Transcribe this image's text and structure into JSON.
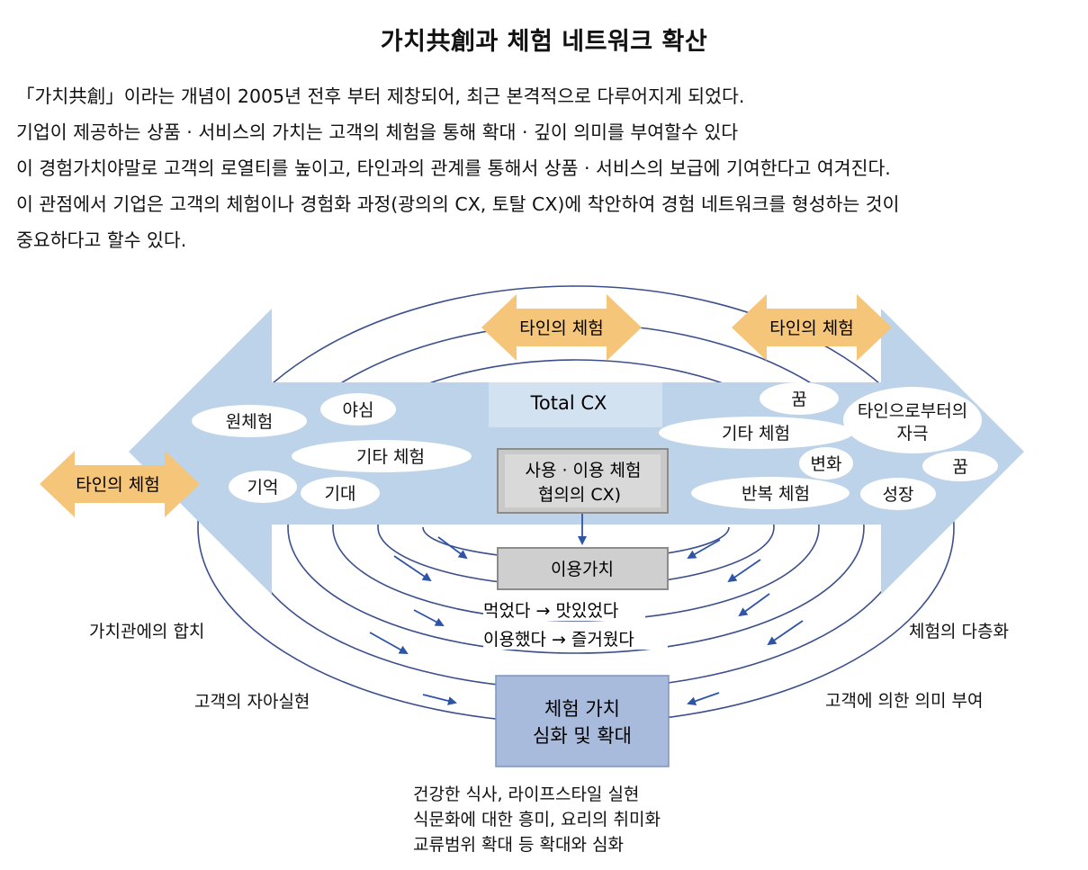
{
  "title": "가치共創과 체험 네트워크 확산",
  "intro": [
    "「가치共創」이라는 개념이 2005년 전후 부터 제창되어, 최근 본격적으로 다루어지게 되었다.",
    "기업이 제공하는 상품 · 서비스의 가치는 고객의 체험을 통해 확대 · 깊이 의미를 부여할수 있다",
    "이 경험가치야말로 고객의 로열티를 높이고, 타인과의 관계를 통해서 상품 · 서비스의  보급에 기여한다고 여겨진다.",
    "이 관점에서 기업은 고객의 체험이나 경험화 과정(광의의 CX, 토탈 CX)에 착안하여 경험 네트워크를 형성하는 것이",
    " 중요하다고 할수 있다."
  ],
  "diagram": {
    "colors": {
      "main_arrow": "#bdd3ea",
      "orange_arrow": "#f5c57a",
      "ring": "#3b4f8c",
      "gray_box": "#cfcfcf",
      "blue_box": "#a9bbdc",
      "flow_arrow": "#2e54a6"
    },
    "other_experience_top_left": "타인의 체험",
    "other_experience_top_right": "타인의 체험",
    "other_experience_left": "타인의 체험",
    "total_cx": "Total CX",
    "left_bubbles": {
      "original_experience": "원체험",
      "ambition": "야심",
      "other_experience": "기타 체험",
      "memory": "기억",
      "expectation": "기대"
    },
    "right_bubbles": {
      "dream_top": "꿈",
      "other_experience": "기타 체험",
      "stimulus_from_others": [
        "타인으로부터의",
        "자극"
      ],
      "change": "변화",
      "dream_right": "꿈",
      "repeated_experience": "반복 체험",
      "growth": "성장"
    },
    "usage_box": [
      "사용 · 이용 체험",
      "협의의 CX)"
    ],
    "usage_value": "이용가치",
    "usage_examples": [
      "먹었다 → 맛있었다",
      "이용했다 → 즐거웠다"
    ],
    "experience_value": [
      "체험 가치",
      "심화 및 확대"
    ],
    "left_labels": {
      "value_alignment": "가치관에의 합치",
      "self_realization": "고객의 자아실현"
    },
    "right_labels": {
      "multi_layer": "체험의 다층화",
      "meaning_by_customer": "고객에 의한 의미 부여"
    },
    "outcomes": [
      "건강한 식사, 라이프스타일 실현",
      "식문화에 대한 흥미, 요리의 취미화",
      "교류범위 확대 등 확대와 심화"
    ]
  }
}
